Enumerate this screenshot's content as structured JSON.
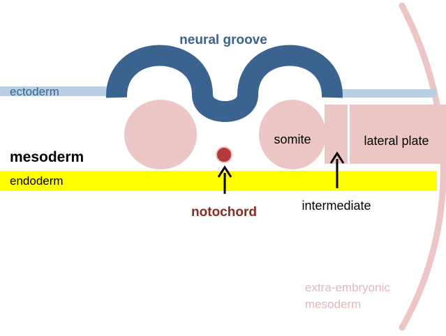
{
  "labels": {
    "neural_groove": "neural groove",
    "ectoderm": "ectoderm",
    "mesoderm": "mesoderm",
    "endoderm": "endoderm",
    "somite": "somite",
    "lateral_plate": "lateral plate",
    "notochord": "notochord",
    "intermediate": "intermediate",
    "extra_embryonic_line1": "extra-embryonic",
    "extra_embryonic_line2": "mesoderm"
  },
  "colors": {
    "neural_tube_blue": "#3a6390",
    "ectoderm_light_blue": "#b9cfe3",
    "mesoderm_pink": "#ecc5c5",
    "endoderm_yellow": "#ffff00",
    "notochord_red": "#b3393a",
    "notochord_label": "#8a2a25",
    "extra_embryonic_text": "#e3b6b8",
    "arrow_black": "#000000"
  }
}
